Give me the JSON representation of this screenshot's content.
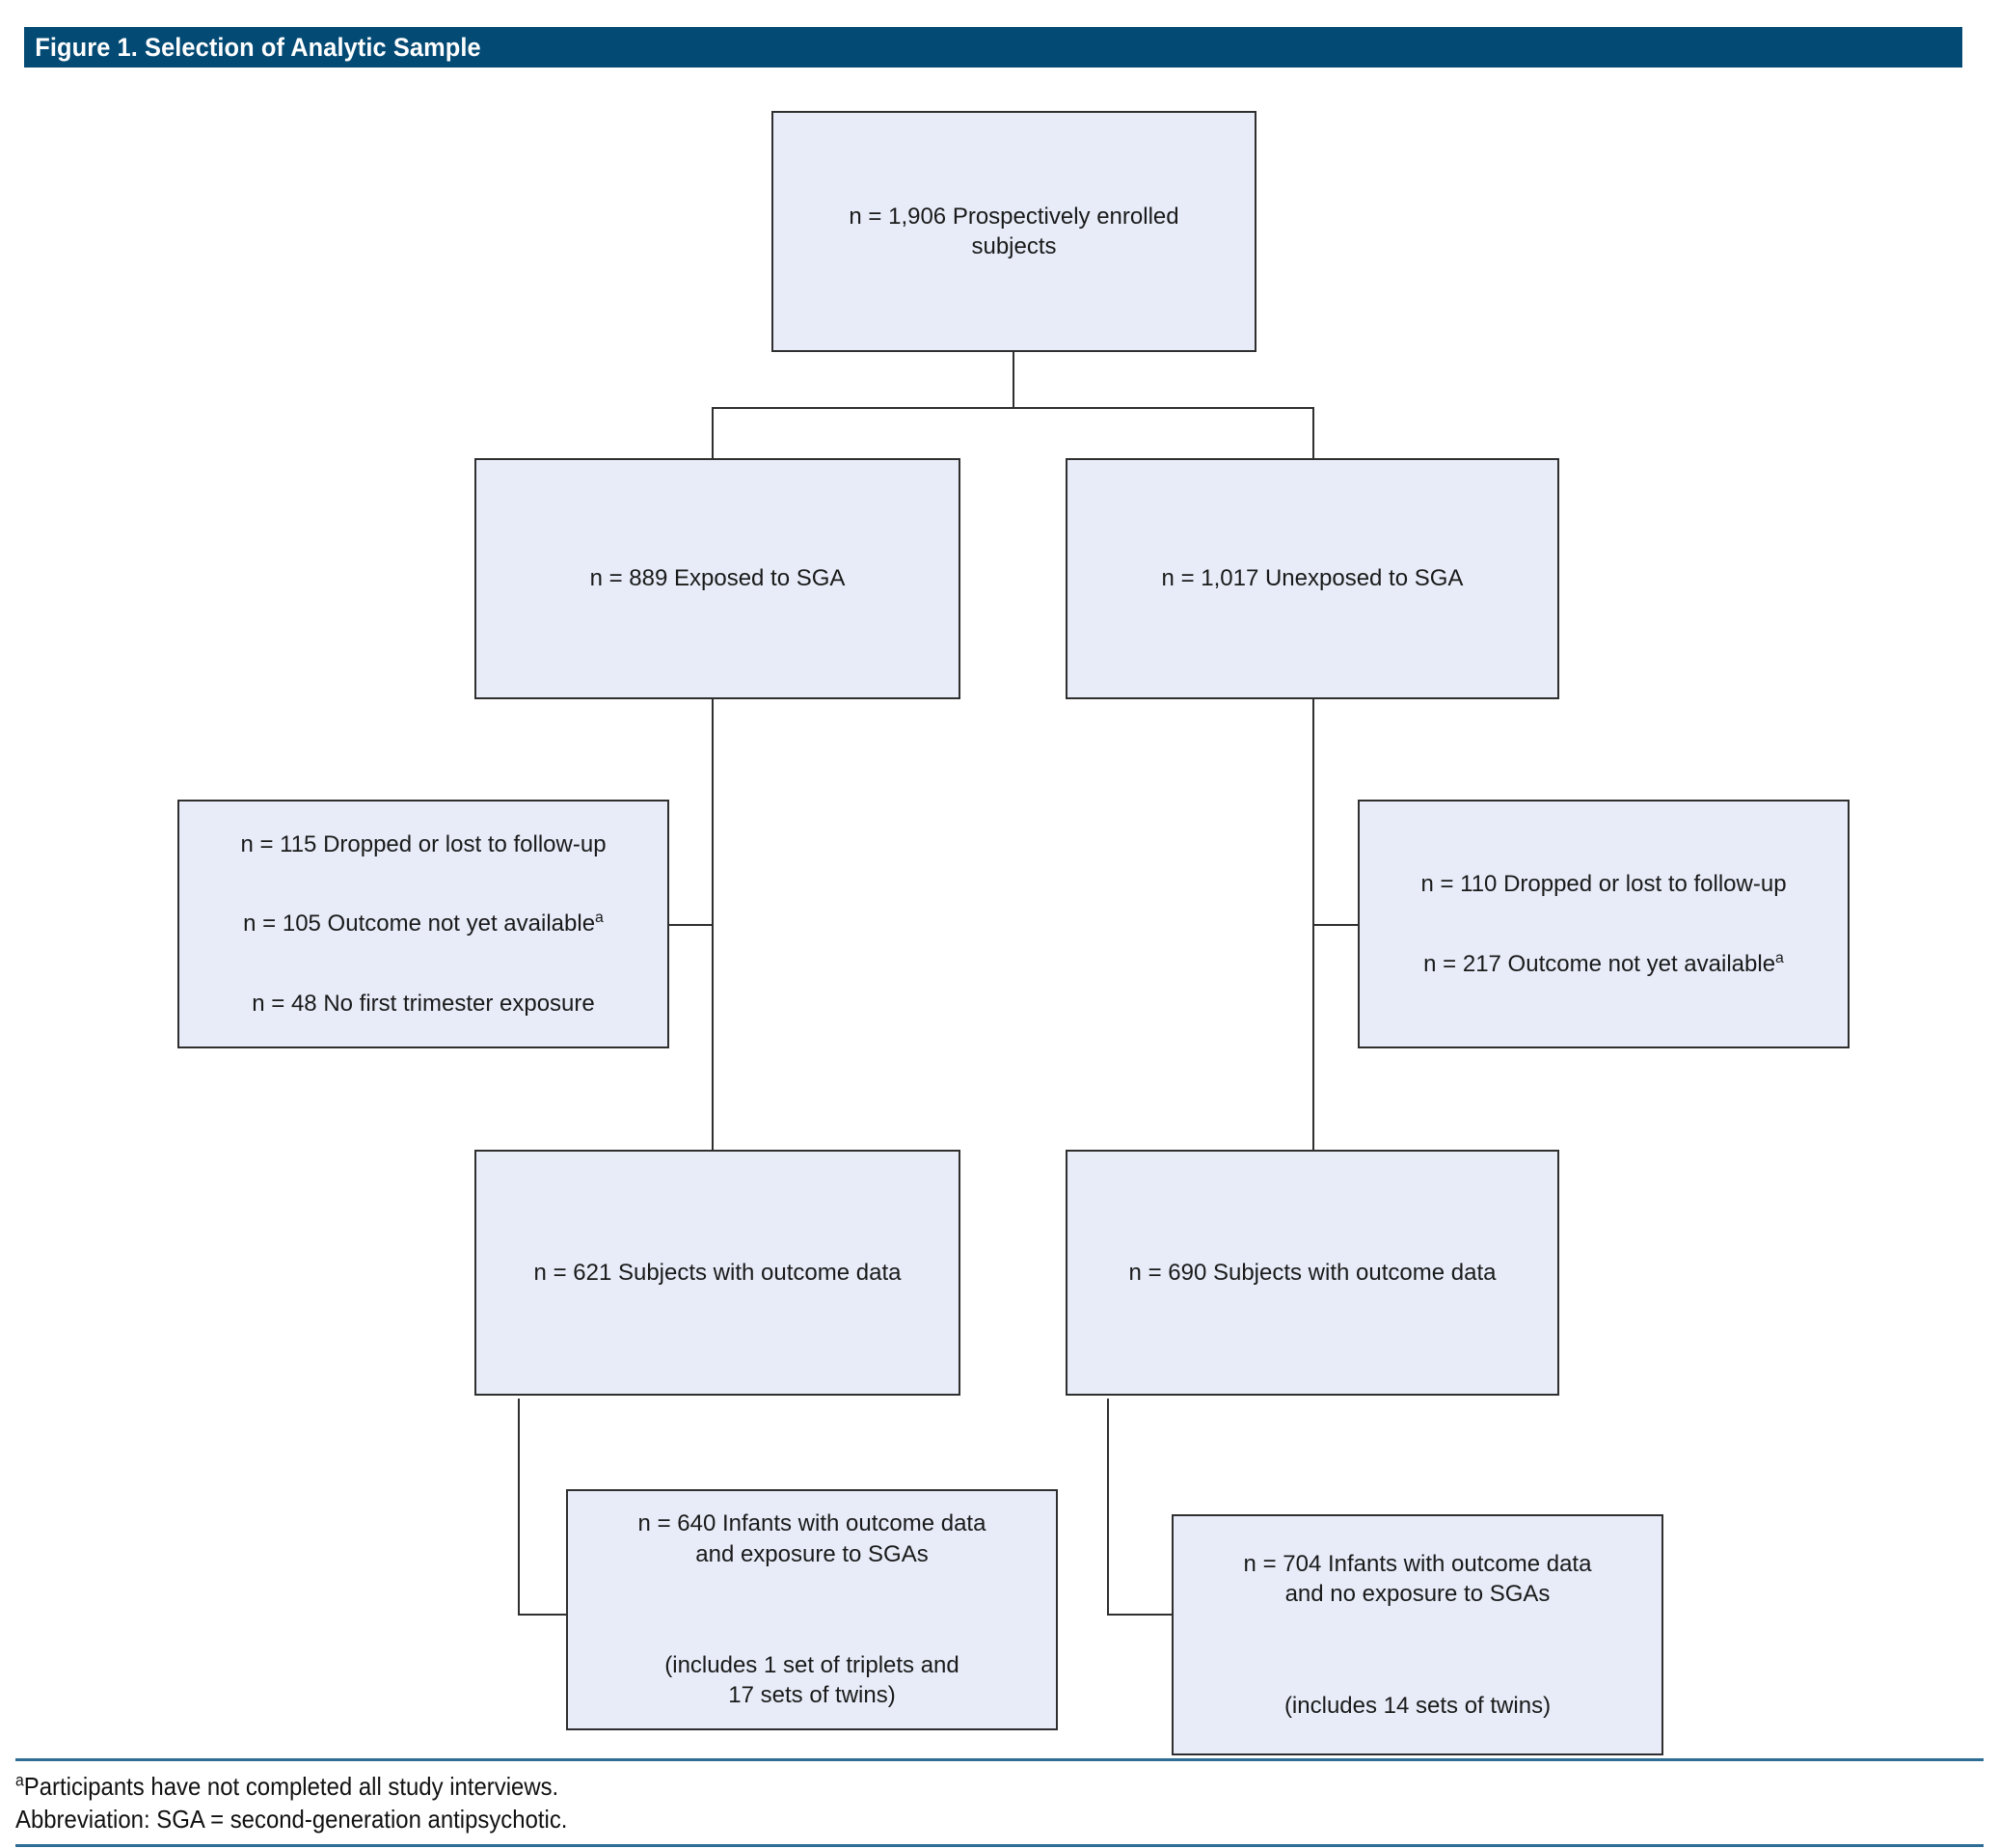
{
  "figure": {
    "title": "Figure 1. Selection of Analytic Sample"
  },
  "nodes": {
    "enrolled": "n = 1,906 Prospectively enrolled\nsubjects",
    "exposed": "n = 889 Exposed to SGA",
    "unexposed": "n = 1,017 Unexposed to SGA",
    "exclusions_left": {
      "line1": "n = 115 Dropped or lost to follow-up",
      "line2_main": "n = 105 Outcome not yet available",
      "line2_sup": "a",
      "line3": "n = 48 No first trimester exposure"
    },
    "exclusions_right": {
      "line1": "n = 110 Dropped or lost to follow-up",
      "line2_main": "n = 217 Outcome not yet available",
      "line2_sup": "a"
    },
    "subjects_exposed": "n = 621 Subjects with outcome data",
    "subjects_unexposed": "n = 690 Subjects with outcome data",
    "infants_exposed": {
      "para1": "n = 640 Infants with outcome data\nand exposure to SGAs",
      "para2": "(includes 1 set of triplets and\n17 sets of twins)"
    },
    "infants_unexposed": {
      "para1": "n = 704 Infants with outcome data\nand no exposure to SGAs",
      "para2": "(includes 14 sets of twins)"
    }
  },
  "footnotes": {
    "marker": "a",
    "note1": "Participants have not completed all study interviews.",
    "note2": "Abbreviation: SGA = second-generation antipsychotic."
  },
  "colors": {
    "title_bar": "#034a74",
    "box_fill": "#e7ecf8",
    "box_border": "#2f2f2f",
    "rule": "#2e6d94",
    "text": "#1a1a1a"
  },
  "chart_data": {
    "type": "flowchart",
    "title": "Figure 1. Selection of Analytic Sample",
    "nodes": [
      {
        "id": "enrolled",
        "label": "n = 1,906 Prospectively enrolled subjects",
        "n": 1906,
        "level": 0
      },
      {
        "id": "exposed",
        "label": "n = 889 Exposed to SGA",
        "n": 889,
        "level": 1
      },
      {
        "id": "unexposed",
        "label": "n = 1,017 Unexposed to SGA",
        "n": 1017,
        "level": 1
      },
      {
        "id": "excl_left",
        "label": "n = 115 Dropped or lost to follow-up; n = 105 Outcome not yet available; n = 48 No first trimester exposure",
        "n": [
          115,
          105,
          48
        ],
        "level": 2
      },
      {
        "id": "excl_right",
        "label": "n = 110 Dropped or lost to follow-up; n = 217 Outcome not yet available",
        "n": [
          110,
          217
        ],
        "level": 2
      },
      {
        "id": "subj_exposed",
        "label": "n = 621 Subjects with outcome data",
        "n": 621,
        "level": 3
      },
      {
        "id": "subj_unexposed",
        "label": "n = 690 Subjects with outcome data",
        "n": 690,
        "level": 3
      },
      {
        "id": "infants_exposed",
        "label": "n = 640 Infants with outcome data and exposure to SGAs (includes 1 set of triplets and 17 sets of twins)",
        "n": 640,
        "level": 4
      },
      {
        "id": "infants_unexposed",
        "label": "n = 704 Infants with outcome data and no exposure to SGAs (includes 14 sets of twins)",
        "n": 704,
        "level": 4
      }
    ],
    "edges": [
      {
        "from": "enrolled",
        "to": "exposed"
      },
      {
        "from": "enrolled",
        "to": "unexposed"
      },
      {
        "from": "exposed",
        "to": "excl_left",
        "kind": "exclusion"
      },
      {
        "from": "exposed",
        "to": "subj_exposed"
      },
      {
        "from": "unexposed",
        "to": "excl_right",
        "kind": "exclusion"
      },
      {
        "from": "unexposed",
        "to": "subj_unexposed"
      },
      {
        "from": "subj_exposed",
        "to": "infants_exposed"
      },
      {
        "from": "subj_unexposed",
        "to": "infants_unexposed"
      }
    ]
  }
}
